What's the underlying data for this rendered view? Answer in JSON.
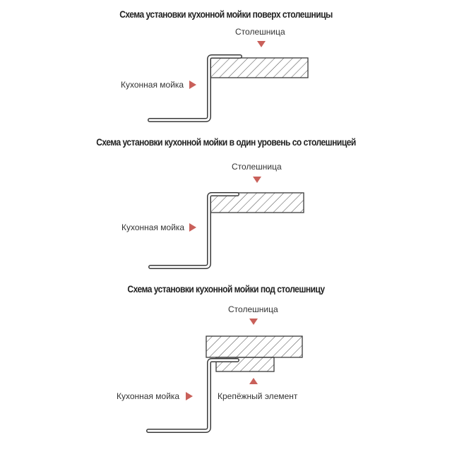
{
  "diagrams": [
    {
      "title": "Схема установки кухонной мойки поверх столешницы",
      "countertop_label": "Столешница",
      "sink_label": "Кухонная мойка"
    },
    {
      "title": "Схема установки кухонной мойки в один уровень со столешницей",
      "countertop_label": "Столешница",
      "sink_label": "Кухонная мойка"
    },
    {
      "title": "Схема установки кухонной мойки под столешницу",
      "countertop_label": "Столешница",
      "sink_label": "Кухонная мойка",
      "fastener_label": "Крепёжный элемент"
    }
  ],
  "colors": {
    "arrow": "#c9605a",
    "line": "#3a3a3a",
    "hatch": "#555555"
  }
}
